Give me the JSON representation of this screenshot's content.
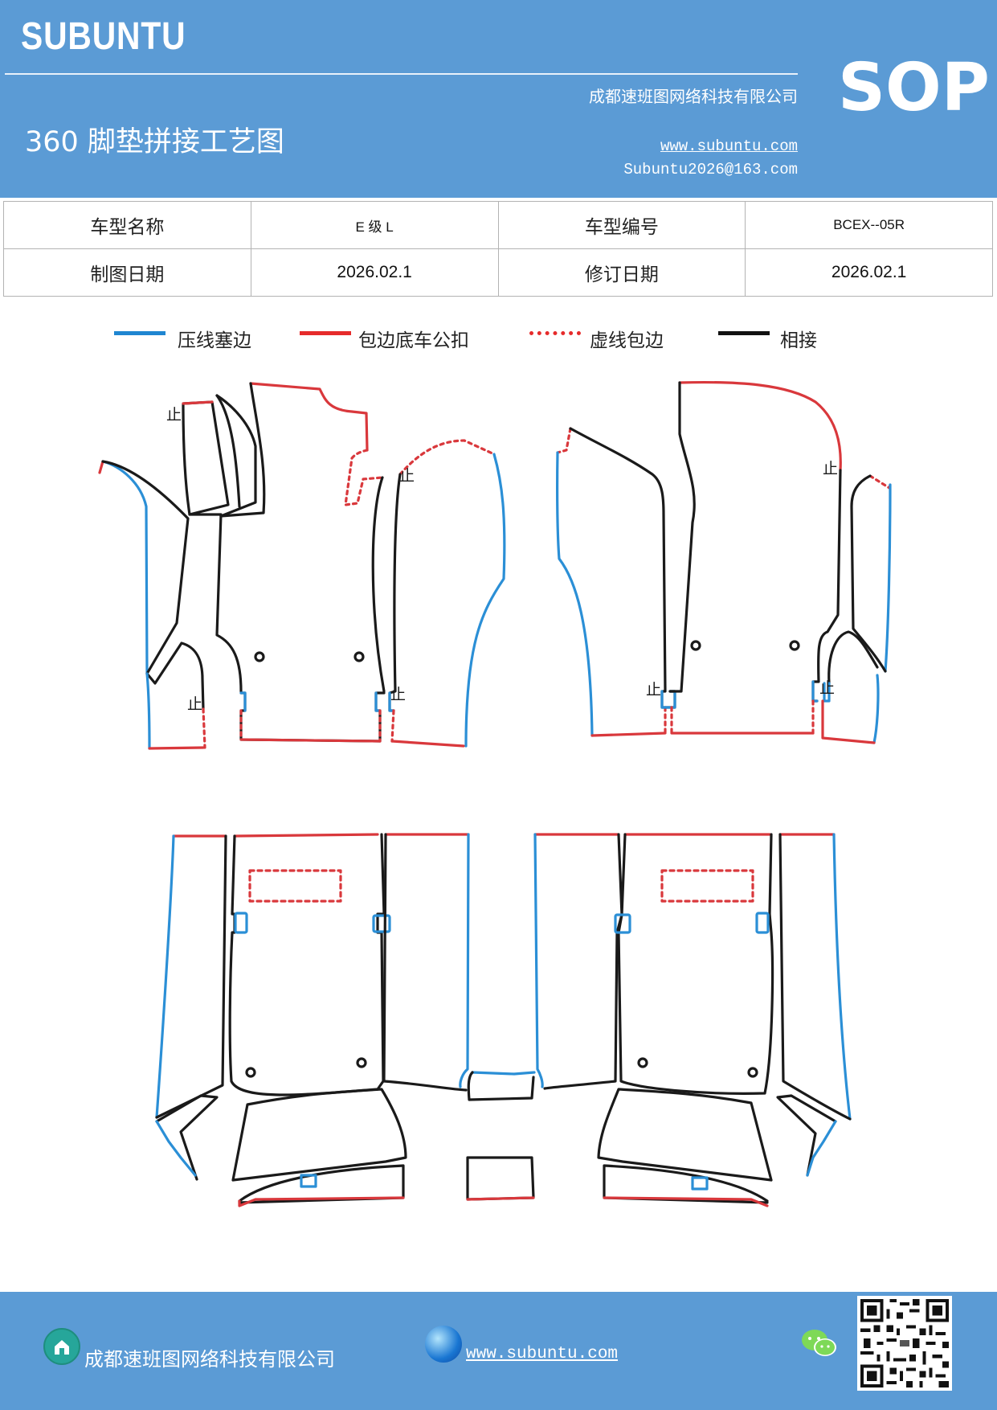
{
  "header": {
    "logo": "SUBUNTU",
    "company": "成都速班图网络科技有限公司",
    "title": "360 脚垫拼接工艺图",
    "website": "www.subuntu.com",
    "email": "Subuntu2026@163.com",
    "badge": "SOP"
  },
  "info_table": {
    "rows": [
      [
        {
          "label": "车型名称",
          "value": "E 级 L"
        },
        {
          "label": "车型编号",
          "value": "BCEX--05R"
        }
      ],
      [
        {
          "label": "制图日期",
          "value": "2026.02.1"
        },
        {
          "label": "修订日期",
          "value": "2026.02.1"
        }
      ]
    ]
  },
  "legend": [
    {
      "label": "压线塞边",
      "color": "#1f86d1",
      "style": "solid"
    },
    {
      "label": "包边底车公扣",
      "color": "#e62b2b",
      "style": "solid"
    },
    {
      "label": "虚线包边",
      "color": "#e62b2b",
      "style": "dotted"
    },
    {
      "label": "相接",
      "color": "#111111",
      "style": "solid"
    }
  ],
  "drawing": {
    "stop_mark": "止",
    "colors": {
      "blue": "#2b8fd6",
      "red": "#d9383c",
      "black": "#1a1a1a"
    }
  },
  "footer": {
    "company": "成都速班图网络科技有限公司",
    "website": "www.subuntu.com",
    "icons": [
      "home-icon",
      "globe-icon",
      "wechat-icon",
      "qr-code"
    ]
  }
}
